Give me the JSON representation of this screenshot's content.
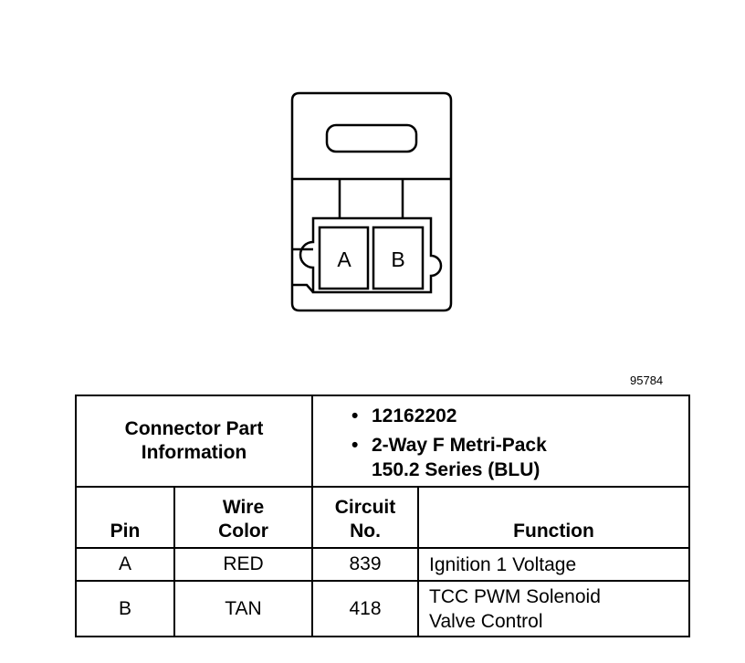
{
  "figure_id": "95784",
  "connector": {
    "pins": [
      "A",
      "B"
    ]
  },
  "table": {
    "part_info_label_line1": "Connector Part",
    "part_info_label_line2": "Information",
    "part_number": "12162202",
    "part_desc_line1": "2-Way F Metri-Pack",
    "part_desc_line2": "150.2 Series (BLU)",
    "bullet": "•",
    "headers": {
      "pin": "Pin",
      "wire_color_line1": "Wire",
      "wire_color_line2": "Color",
      "circuit_line1": "Circuit",
      "circuit_line2": "No.",
      "function": "Function"
    },
    "rows": [
      {
        "pin": "A",
        "wire_color": "RED",
        "circuit": "839",
        "function_line1": "Ignition 1 Voltage",
        "function_line2": ""
      },
      {
        "pin": "B",
        "wire_color": "TAN",
        "circuit": "418",
        "function_line1": "TCC PWM Solenoid",
        "function_line2": "Valve Control"
      }
    ]
  }
}
